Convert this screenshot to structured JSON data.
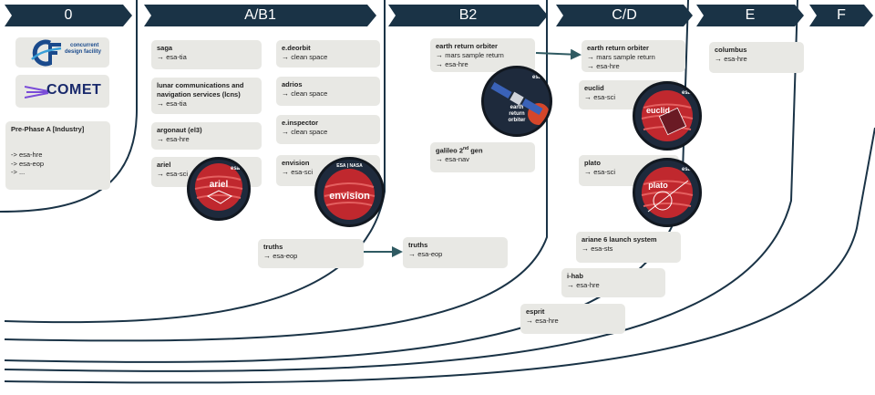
{
  "phases": [
    {
      "label": "0"
    },
    {
      "label": "A/B1"
    },
    {
      "label": "B2"
    },
    {
      "label": "C/D"
    },
    {
      "label": "E"
    },
    {
      "label": "F"
    }
  ],
  "colors": {
    "phase_bg": "#1a3346",
    "card_bg": "#e8e8e4",
    "badge_red": "#c0282e",
    "line": "#1a3346",
    "arrow": "#2f5a62"
  },
  "logos": {
    "cdf": {
      "line1": "concurrent",
      "line2": "design facility"
    },
    "comet": {
      "text": "COMET"
    }
  },
  "prephase": {
    "title": "Pre-Phase A [Industry]",
    "items": [
      "-> esa-hre",
      "-> esa-eop",
      "-> ..."
    ]
  },
  "cards": {
    "saga": {
      "title": "saga",
      "sub": "esa-tia"
    },
    "lcns": {
      "title": "lunar communications and navigation services (lcns)",
      "sub": "esa-tia"
    },
    "argonaut": {
      "title": "argonaut (el3)",
      "sub": "esa-hre"
    },
    "ariel": {
      "title": "ariel",
      "sub": "esa-sci"
    },
    "edeorbit": {
      "title": "e.deorbit",
      "sub": "clean space"
    },
    "adrios": {
      "title": "adrios",
      "sub": "clean space"
    },
    "einspector": {
      "title": "e.inspector",
      "sub": "clean space"
    },
    "envision": {
      "title": "envision",
      "sub": "esa-sci"
    },
    "truths_a": {
      "title": "truths",
      "sub": "esa-eop"
    },
    "ero_b2": {
      "title": "earth return orbiter",
      "sub1": "mars sample return",
      "sub2": "esa-hre"
    },
    "galileo": {
      "title": "galileo 2",
      "sup": "nd",
      "title_rest": " gen",
      "sub": "esa-nav"
    },
    "truths_b2": {
      "title": "truths",
      "sub": "esa-eop"
    },
    "ero_cd": {
      "title": "earth return orbiter",
      "sub1": "mars sample return",
      "sub2": "esa-hre"
    },
    "euclid": {
      "title": "euclid",
      "sub": "esa-sci"
    },
    "plato": {
      "title": "plato",
      "sub": "esa-sci"
    },
    "ariane6": {
      "title": "ariane 6 launch system",
      "sub": "esa-sts"
    },
    "ihab": {
      "title": "i-hab",
      "sub": "esa-hre"
    },
    "esprit": {
      "title": "esprit",
      "sub": "esa-hre"
    },
    "columbus": {
      "title": "columbus",
      "sub": "esa-hre"
    }
  },
  "badges": {
    "ariel": {
      "agency": "esa",
      "label": "ariel"
    },
    "envision": {
      "agency": "ESA | NASA",
      "label": "envision"
    },
    "ero": {
      "agency": "esa",
      "l1": "earth",
      "l2": "return",
      "l3": "orbiter"
    },
    "euclid": {
      "agency": "esa",
      "label": "euclid"
    },
    "plato": {
      "agency": "esa",
      "label": "plato"
    }
  }
}
